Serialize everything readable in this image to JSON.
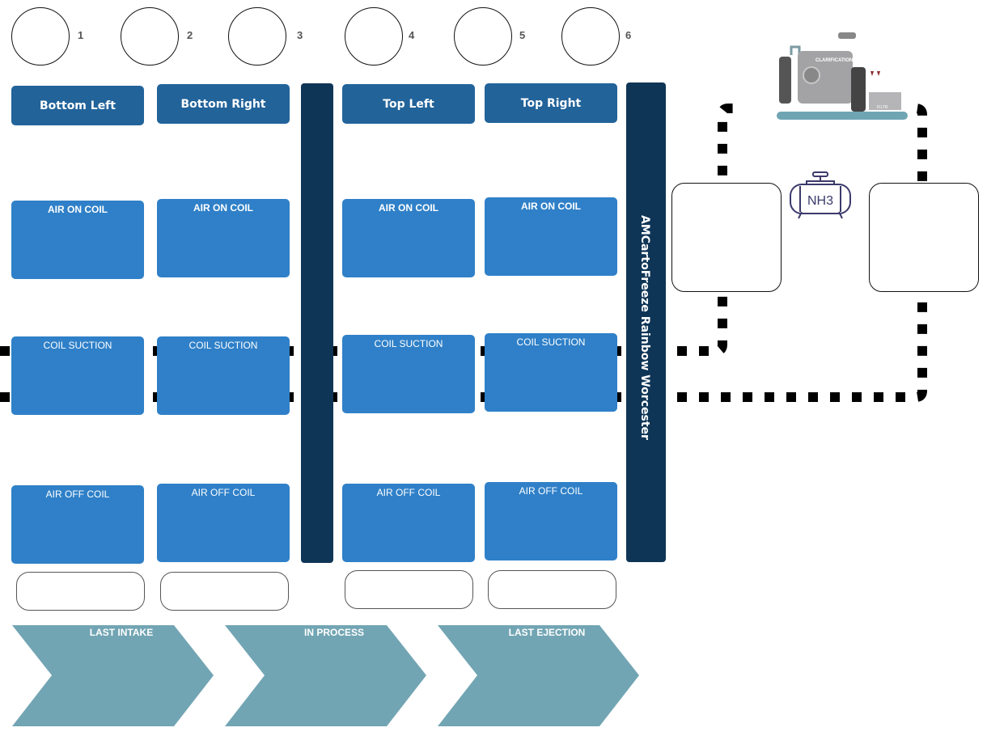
{
  "slots": [
    {
      "number": "1"
    },
    {
      "number": "2"
    },
    {
      "number": "3"
    },
    {
      "number": "4"
    },
    {
      "number": "5"
    },
    {
      "number": "6"
    }
  ],
  "columns": [
    {
      "header": "Bottom Left",
      "air_on": "AIR ON COIL",
      "suction": "COIL SUCTION",
      "air_off": "AIR OFF COIL"
    },
    {
      "header": "Bottom Right",
      "air_on": "AIR ON COIL",
      "suction": "COIL SUCTION",
      "air_off": "AIR OFF COIL"
    },
    {
      "header": "Top Left",
      "air_on": "AIR ON COIL",
      "suction": "COIL SUCTION",
      "air_off": "AIR OFF COIL"
    },
    {
      "header": "Top Right",
      "air_on": "AIR ON COIL",
      "suction": "COIL SUCTION",
      "air_off": "AIR OFF COIL"
    }
  ],
  "side_bar_label": "AMCartoFreeze Rainbow Worcester",
  "stages": [
    "LAST INTAKE",
    "IN PROCESS",
    "LAST EJECTION"
  ],
  "equipment": {
    "plant_label": "CLARIFICATION",
    "filter_label": "FILTR",
    "tank_label": "NH3"
  },
  "colors": {
    "header": "#22639a",
    "coil": "#2f80c8",
    "bar": "#0f3556",
    "stage": "#72a5b3"
  }
}
